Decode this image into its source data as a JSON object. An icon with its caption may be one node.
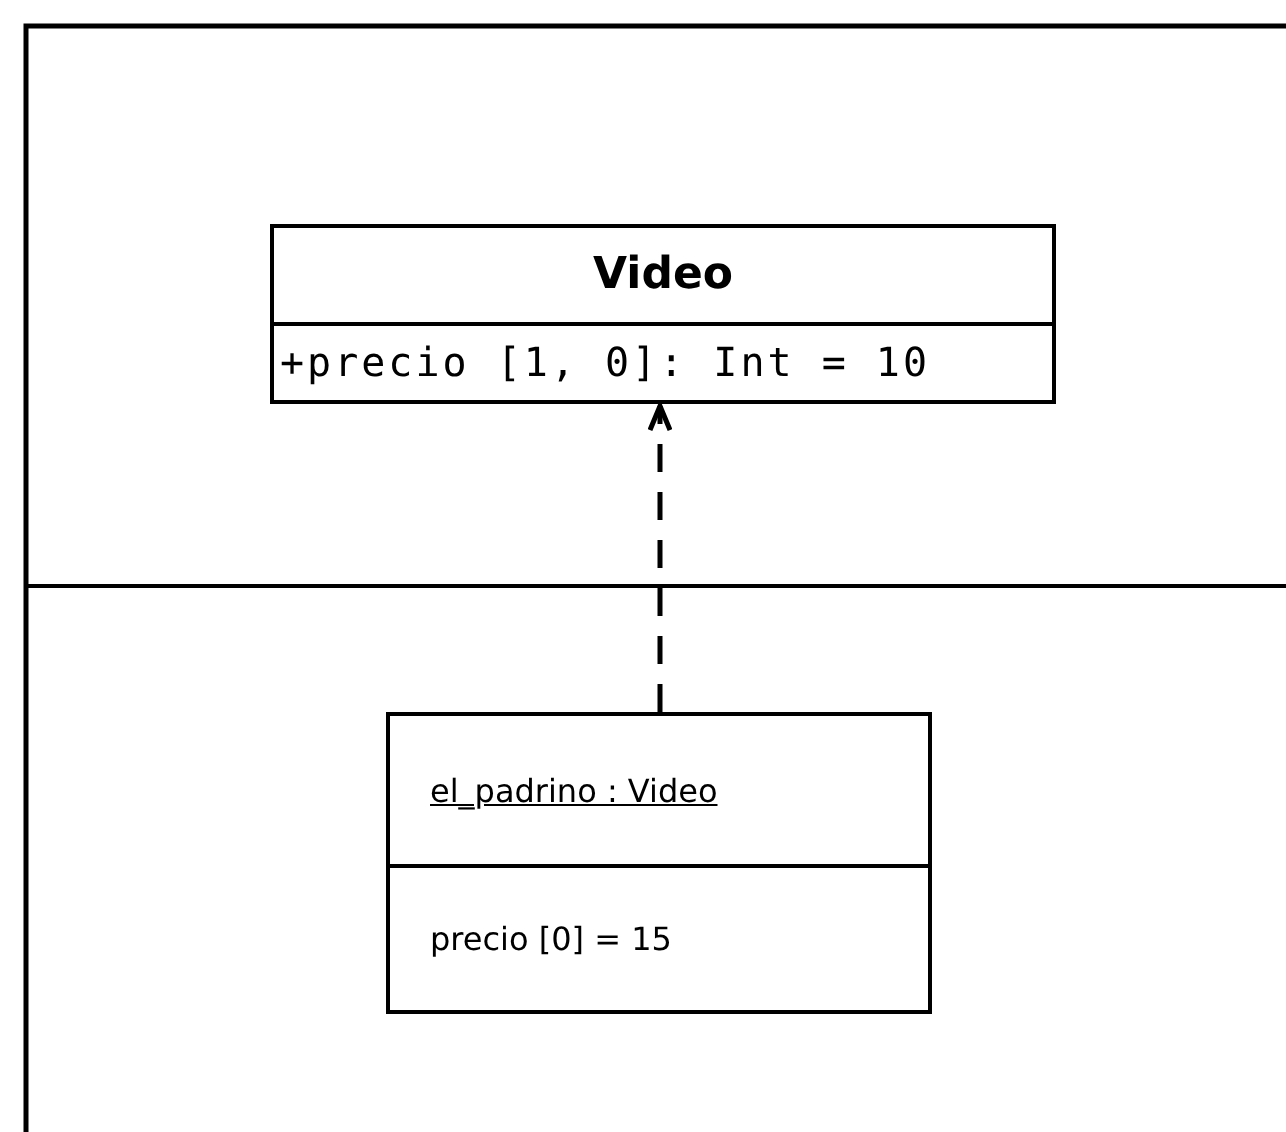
{
  "diagram": {
    "nodes": [
      {
        "text": [
          "Video",
          "+precio [1, 0]: Int = 10"
        ]
      },
      {
        "text": [
          "el_padrino : Video",
          "precio [0] = 15"
        ]
      }
    ],
    "edges": [
      {
        "from": 1,
        "to": 0,
        "arrow": "to",
        "style": "dashed"
      }
    ]
  }
}
